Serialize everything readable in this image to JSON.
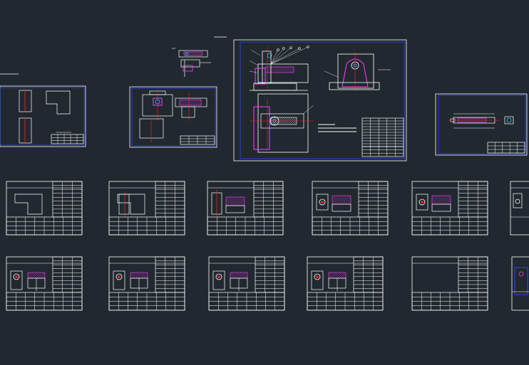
{
  "viewport": {
    "background": "#212830"
  },
  "colors": {
    "line": "#ffffff",
    "frame": "#2f49ff",
    "accent": "#ff2222",
    "magenta": "#ff3cff",
    "cyan": "#33ccff"
  },
  "sheets": {
    "top": [
      {
        "id": "sheet-partial-left",
        "kind": "simple"
      },
      {
        "id": "sheet-fixture-small",
        "kind": "assembly-small"
      },
      {
        "id": "sheet-main-assembly",
        "kind": "assembly-main"
      },
      {
        "id": "sheet-shaft",
        "kind": "shaft"
      }
    ],
    "row1": [
      {
        "id": "card-r1-1",
        "kind": "card-blank"
      },
      {
        "id": "card-r1-2",
        "kind": "card-block"
      },
      {
        "id": "card-r1-3",
        "kind": "card-hatch"
      },
      {
        "id": "card-r1-4",
        "kind": "card-circle"
      },
      {
        "id": "card-r1-5",
        "kind": "card-circle"
      },
      {
        "id": "card-r1-6",
        "kind": "card-partial"
      }
    ],
    "row2": [
      {
        "id": "card-r2-1",
        "kind": "card-circle-hatch"
      },
      {
        "id": "card-r2-2",
        "kind": "card-circle-hatch"
      },
      {
        "id": "card-r2-3",
        "kind": "card-circle-hatch"
      },
      {
        "id": "card-r2-4",
        "kind": "card-circle-hatch"
      },
      {
        "id": "card-r2-5",
        "kind": "card-table"
      },
      {
        "id": "card-r2-6",
        "kind": "card-partial-blue"
      }
    ]
  }
}
